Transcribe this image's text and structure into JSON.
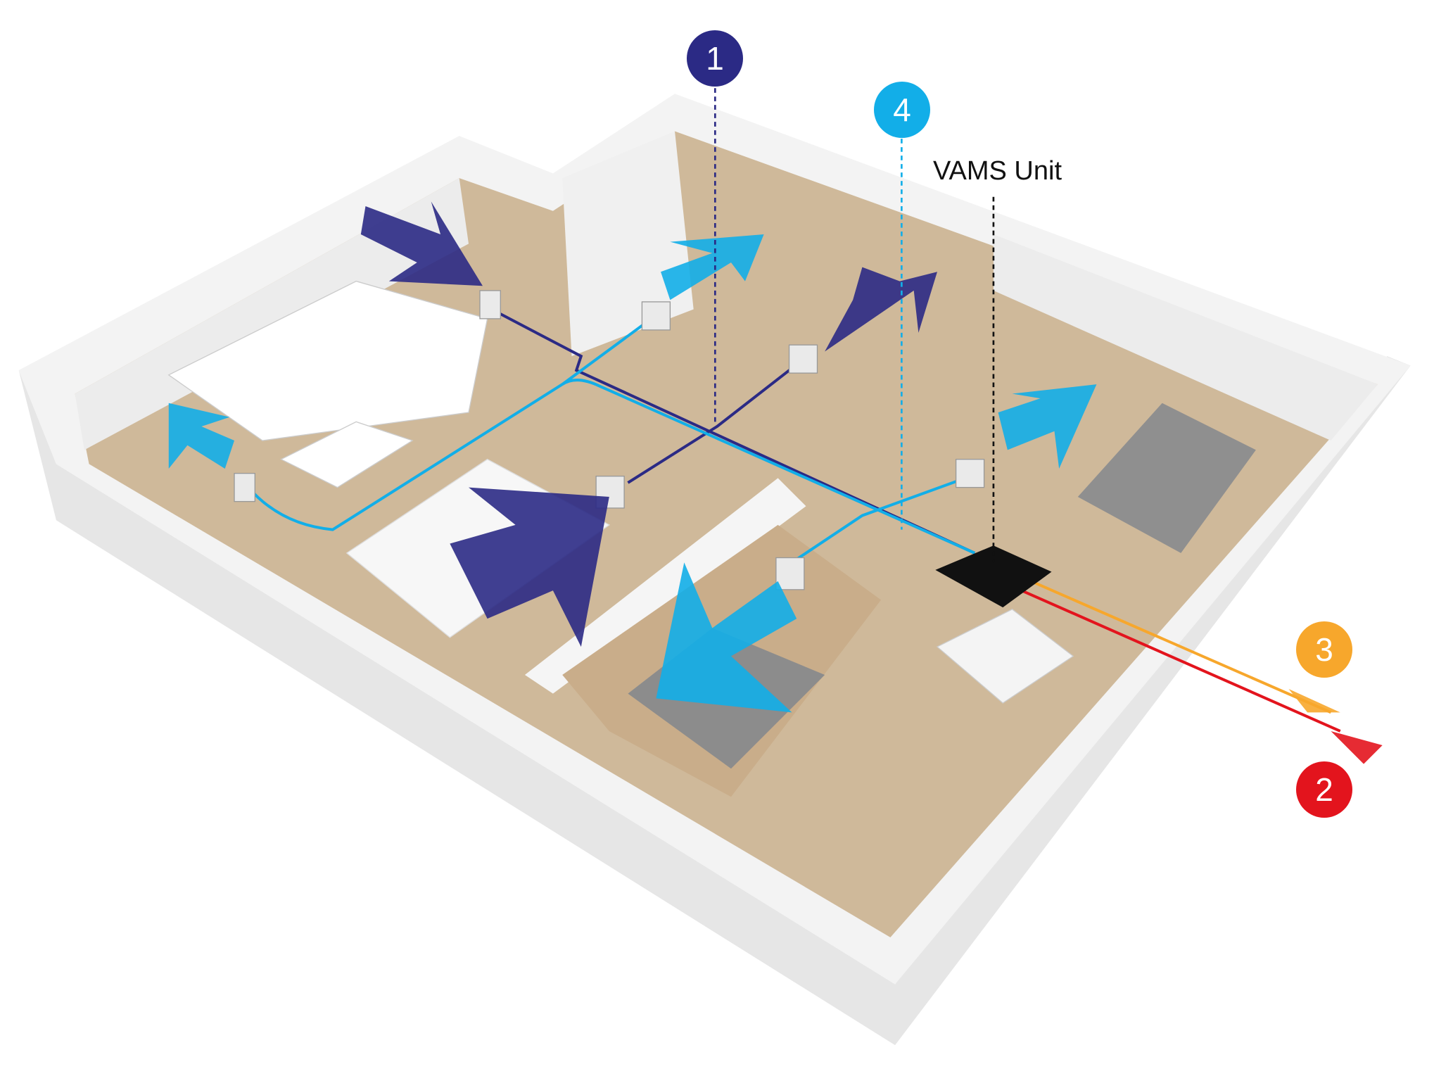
{
  "diagram": {
    "unit_label": "VAMS Unit",
    "badges": [
      {
        "number": "1",
        "color": "#2b2a85"
      },
      {
        "number": "2",
        "color": "#e3141d"
      },
      {
        "number": "3",
        "color": "#f7a72c"
      },
      {
        "number": "4",
        "color": "#12aee8"
      }
    ]
  }
}
